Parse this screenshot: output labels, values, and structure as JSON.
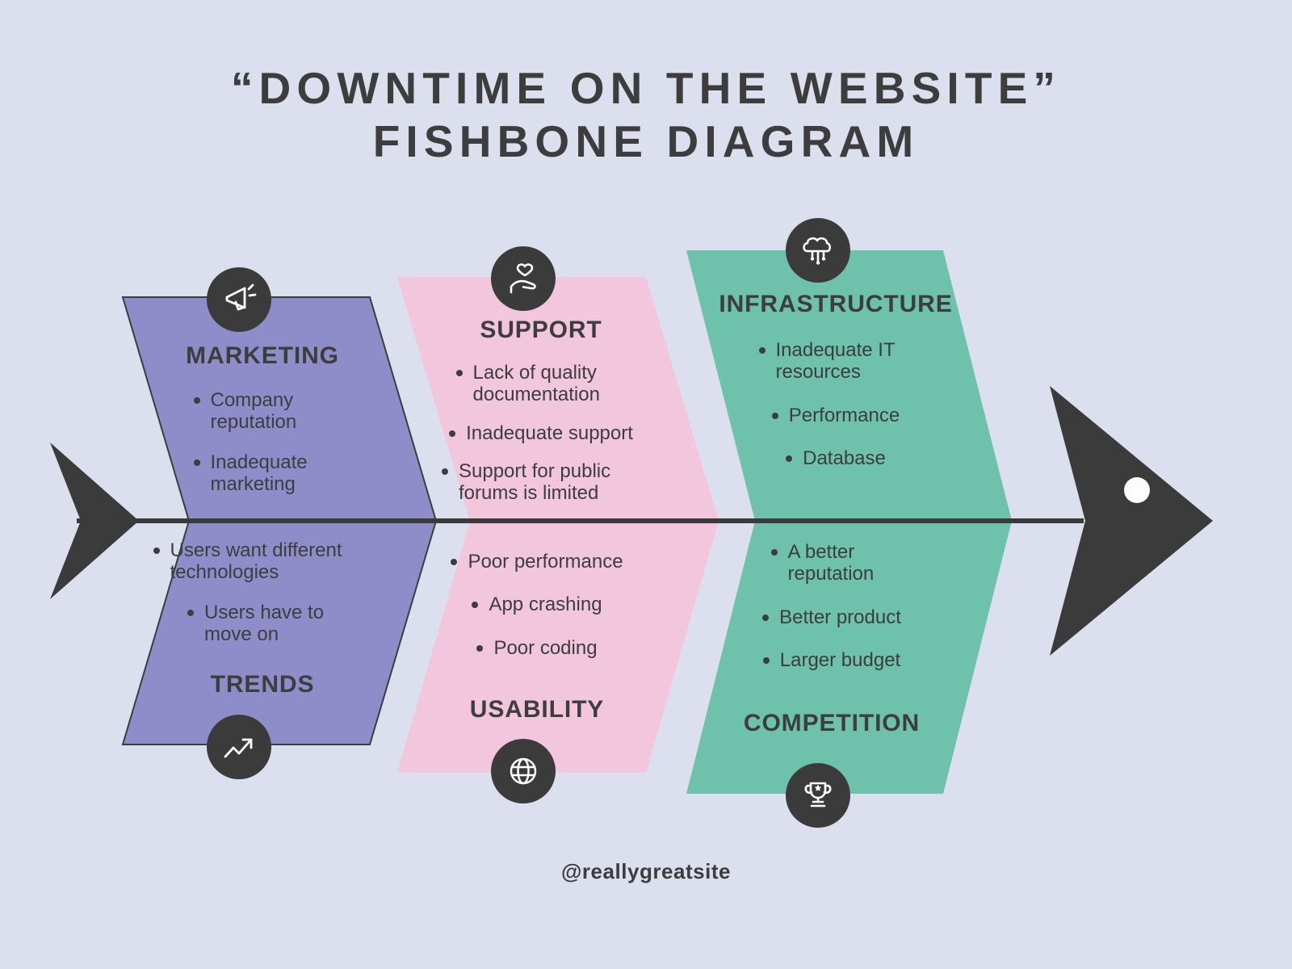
{
  "title": {
    "line1": "“DOWNTIME ON THE WEBSITE”",
    "line2": "FISHBONE DIAGRAM"
  },
  "footer": {
    "handle": "@reallygreatsite"
  },
  "colors": {
    "background": "#dce0ee",
    "ink": "#3d3d3d",
    "panel_purple": "#8f8dc9",
    "panel_pink": "#f2c6dc",
    "panel_teal": "#6ec2ab",
    "icon_circle": "#3b3b3b",
    "icon_glyph": "#ffffff"
  },
  "panels": [
    {
      "color_name": "purple",
      "top": {
        "icon": "megaphone-icon",
        "title": "MARKETING",
        "items": [
          "Company reputation",
          "Inadequate marketing"
        ]
      },
      "bottom": {
        "icon": "trend-up-icon",
        "title": "TRENDS",
        "items": [
          "Users want different technologies",
          "Users have to move on"
        ]
      }
    },
    {
      "color_name": "pink",
      "top": {
        "icon": "hand-heart-icon",
        "title": "SUPPORT",
        "items": [
          "Lack of quality documentation",
          "Inadequate support",
          "Support for public forums is limited"
        ]
      },
      "bottom": {
        "icon": "globe-icon",
        "title": "USABILITY",
        "items": [
          "Poor performance",
          "App crashing",
          "Poor coding"
        ]
      }
    },
    {
      "color_name": "teal",
      "top": {
        "icon": "cloud-network-icon",
        "title": "INFRASTRUCTURE",
        "items": [
          "Inadequate IT resources",
          "Performance",
          "Database"
        ]
      },
      "bottom": {
        "icon": "trophy-icon",
        "title": "COMPETITION",
        "items": [
          "A better reputation",
          "Better product",
          "Larger budget"
        ]
      }
    }
  ]
}
